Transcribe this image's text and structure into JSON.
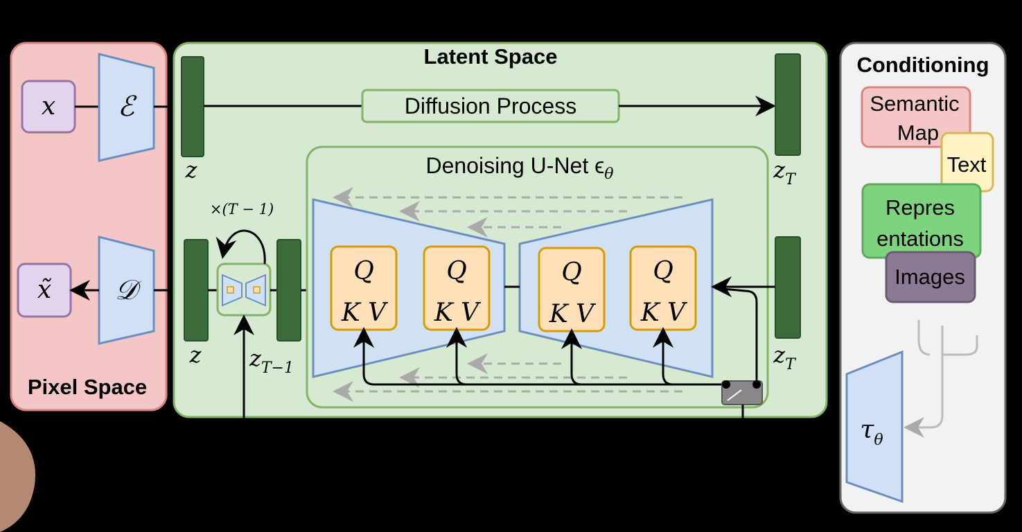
{
  "regions": {
    "pixel_space": "Pixel Space",
    "latent_space": "Latent Space",
    "conditioning": "Conditioning"
  },
  "pixel": {
    "x": "x",
    "x_tilde": "x̃",
    "encoder": "ℰ",
    "decoder": "𝒟"
  },
  "latent": {
    "z_top": "z",
    "z_bottom": "z",
    "z_t_minus_1": "z",
    "z_t_minus_1_sub": "T−1",
    "z_T_top": "z",
    "z_T_top_sub": "T",
    "z_T_bottom": "z",
    "z_T_bottom_sub": "T",
    "diffusion_process": "Diffusion Process",
    "repeat_label": "×(T − 1)"
  },
  "unet": {
    "title": "Denoising U-Net ϵ",
    "title_sub": "θ",
    "blocks": [
      {
        "q": "Q",
        "kv": "K V"
      },
      {
        "q": "Q",
        "kv": "K V"
      },
      {
        "q": "Q",
        "kv": "K V"
      },
      {
        "q": "Q",
        "kv": "K V"
      }
    ]
  },
  "conditioning": {
    "semantic_map_line1": "Semantic",
    "semantic_map_line2": "Map",
    "text": "Text",
    "representations_line1": "Repres",
    "representations_line2": "entations",
    "images": "Images",
    "tau": "τ",
    "tau_sub": "θ"
  },
  "colors": {
    "pixel_bg": "#f4c6c6",
    "latent_bg": "#d6ead2",
    "unet_stroke": "#82b366",
    "conditioning_bg": "#f2f2f2",
    "encoder_fill": "#cfe0f7",
    "qkv_fill": "#fde0b8",
    "latent_bar": "#3b6a3b"
  }
}
